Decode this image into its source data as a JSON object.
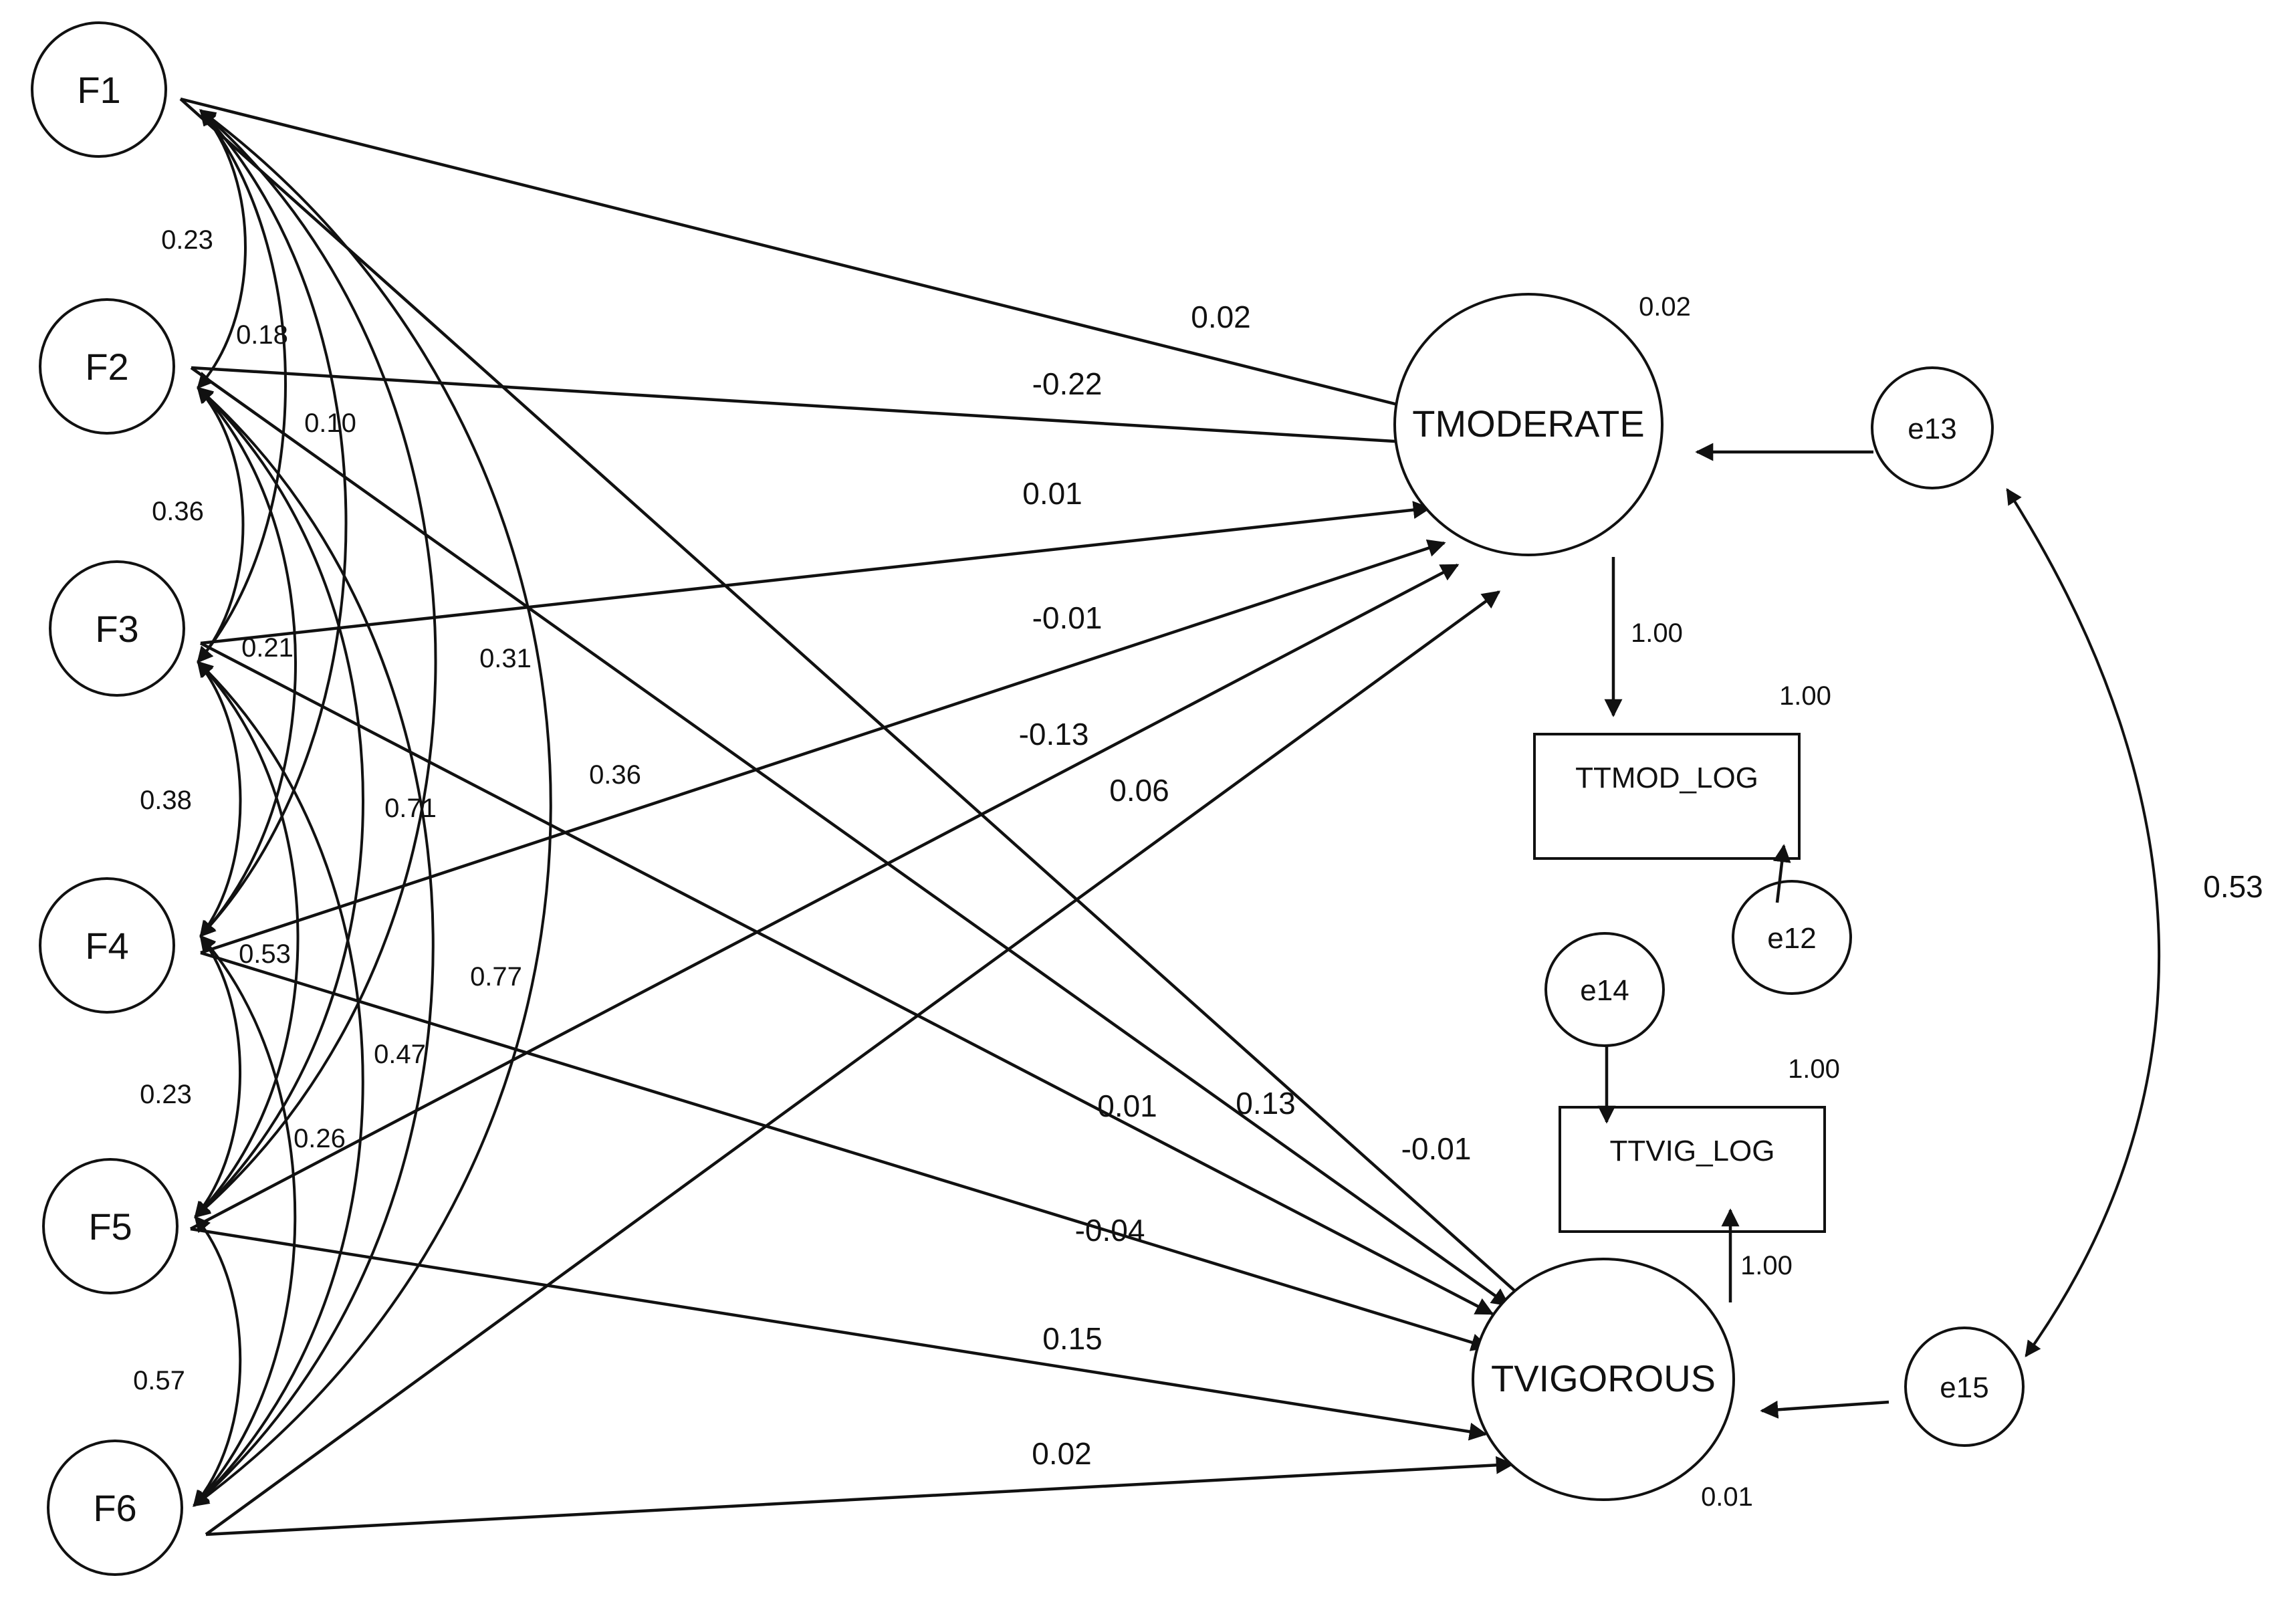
{
  "factors": [
    {
      "id": "F1",
      "label": "F1"
    },
    {
      "id": "F2",
      "label": "F2"
    },
    {
      "id": "F3",
      "label": "F3"
    },
    {
      "id": "F4",
      "label": "F4"
    },
    {
      "id": "F5",
      "label": "F5"
    },
    {
      "id": "F6",
      "label": "F6"
    }
  ],
  "latent": [
    {
      "id": "TMOD",
      "label": "TMODERATE",
      "variance": "0.02"
    },
    {
      "id": "TVIG",
      "label": "TVIGOROUS",
      "variance": "0.01"
    }
  ],
  "errors": [
    {
      "id": "e13",
      "label": "e13"
    },
    {
      "id": "e15",
      "label": "e15"
    },
    {
      "id": "e12",
      "label": "e12"
    },
    {
      "id": "e14",
      "label": "e14"
    }
  ],
  "indicators": [
    {
      "id": "TTMOD",
      "label": "TTMOD_LOG",
      "variance": "1.00"
    },
    {
      "id": "TTVIG",
      "label": "TTVIG_LOG",
      "variance": "1.00"
    }
  ],
  "paths_to_tmoderate": [
    {
      "from": "F1",
      "coef": "0.02"
    },
    {
      "from": "F2",
      "coef": "-0.22"
    },
    {
      "from": "F3",
      "coef": "0.01"
    },
    {
      "from": "F4",
      "coef": "-0.01"
    },
    {
      "from": "F5",
      "coef": "-0.13"
    },
    {
      "from": "F6",
      "coef": "0.06"
    }
  ],
  "paths_to_tvigorous": [
    {
      "from": "F1",
      "coef": "-0.01"
    },
    {
      "from": "F2",
      "coef": "0.13"
    },
    {
      "from": "F3",
      "coef": "0.01"
    },
    {
      "from": "F4",
      "coef": "-0.04"
    },
    {
      "from": "F5",
      "coef": "0.15"
    },
    {
      "from": "F6",
      "coef": "0.02"
    }
  ],
  "loadings": [
    {
      "from": "TMOD",
      "to": "TTMOD",
      "coef": "1.00"
    },
    {
      "from": "TVIG",
      "to": "TTVIG",
      "coef": "1.00"
    }
  ],
  "covariances": [
    {
      "a": "F1",
      "b": "F2",
      "value": "0.23"
    },
    {
      "a": "F1",
      "b": "F3",
      "value": "0.18"
    },
    {
      "a": "F1",
      "b": "F4",
      "value": "0.10"
    },
    {
      "a": "F1",
      "b": "F5",
      "value": "0.31"
    },
    {
      "a": "F1",
      "b": "F6",
      "value": "0.36"
    },
    {
      "a": "F2",
      "b": "F3",
      "value": "0.36"
    },
    {
      "a": "F2",
      "b": "F4",
      "value": "0.21"
    },
    {
      "a": "F2",
      "b": "F5",
      "value": "0.71"
    },
    {
      "a": "F2",
      "b": "F6",
      "value": "0.77"
    },
    {
      "a": "F3",
      "b": "F4",
      "value": "0.38"
    },
    {
      "a": "F3",
      "b": "F5",
      "value": "0.53"
    },
    {
      "a": "F3",
      "b": "F6",
      "value": "0.47"
    },
    {
      "a": "F4",
      "b": "F5",
      "value": "0.23"
    },
    {
      "a": "F4",
      "b": "F6",
      "value": "0.26"
    },
    {
      "a": "F5",
      "b": "F6",
      "value": "0.57"
    }
  ],
  "error_covariance": {
    "a": "e13",
    "b": "e15",
    "value": "0.53"
  }
}
